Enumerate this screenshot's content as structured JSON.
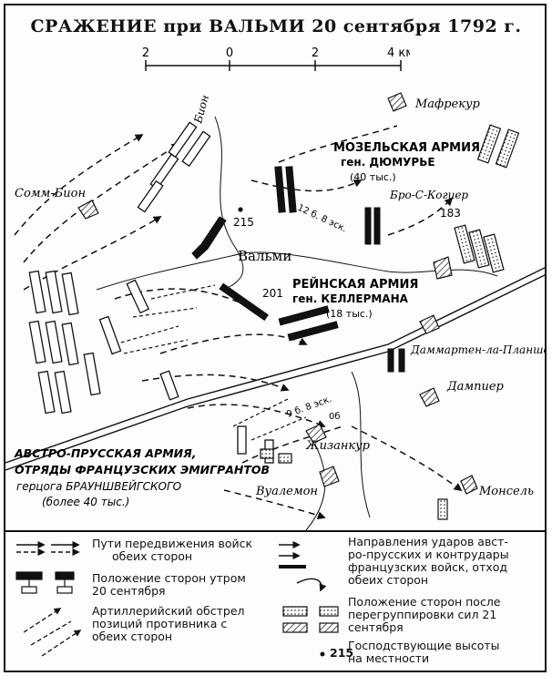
{
  "title": "СРАЖЕНИЕ при ВАЛЬМИ 20 сентября 1792 г.",
  "scale": {
    "ticks": [
      "2",
      "0",
      "2",
      "4 км"
    ]
  },
  "places": {
    "mafrekur": "Мафрекур",
    "bion": "Бион",
    "somm_bion": "Сомм-Бион",
    "valmi": "Вальми",
    "bro_s_kogier": "Бро-С-Когиер",
    "dammartin": "Даммартен-ла-Планшет",
    "dampier": "Дампиер",
    "zhizankur": "Жизанкур",
    "vualemon": "Вуалемон",
    "monsel": "Монсель"
  },
  "armies": {
    "moselle": {
      "name": "МОЗЕЛЬСКАЯ АРМИЯ",
      "general": "ген. ДЮМУРЬЕ",
      "strength": "(40 тыс.)"
    },
    "rhine": {
      "name": "РЕЙНСКАЯ АРМИЯ",
      "general": "ген. КЕЛЛЕРМАНА",
      "strength": "(18 тыс.)"
    },
    "austro_prussian": {
      "line1": "АВСТРО-ПРУССКАЯ АРМИЯ,",
      "line2": "ОТРЯДЫ ФРАНЦУЗСКИХ ЭМИГРАНТОВ",
      "line3": "герцога БРАУНШВЕЙГСКОГО",
      "line4": "(более 40 тыс.)"
    }
  },
  "heights": {
    "h215": "215",
    "h201": "201",
    "h183": "183"
  },
  "annotations": {
    "a1": "12 б. 8 эск.",
    "a2": "9 б. 8 эск.",
    "a3": "0б"
  },
  "legend": {
    "routes": [
      "Пути передвижения войск",
      "обеих сторон"
    ],
    "morning": [
      "Положение сторон утром",
      "20 сентября"
    ],
    "artillery": [
      "Артиллерийский обстрел",
      "позиций противника с",
      "обеих сторон"
    ],
    "strikes": [
      "Направления ударов авст-",
      "ро-прусских и контрудары",
      "французских войск, отход",
      "обеих сторон"
    ],
    "regroup": [
      "Положение сторон после",
      "перегруппировки сил 21",
      "сентября"
    ],
    "heights": [
      "Господствующие высоты",
      "на местности"
    ],
    "height_sample": "215"
  },
  "colors": {
    "ink": "#111111",
    "paper": "#fdfdfb"
  }
}
